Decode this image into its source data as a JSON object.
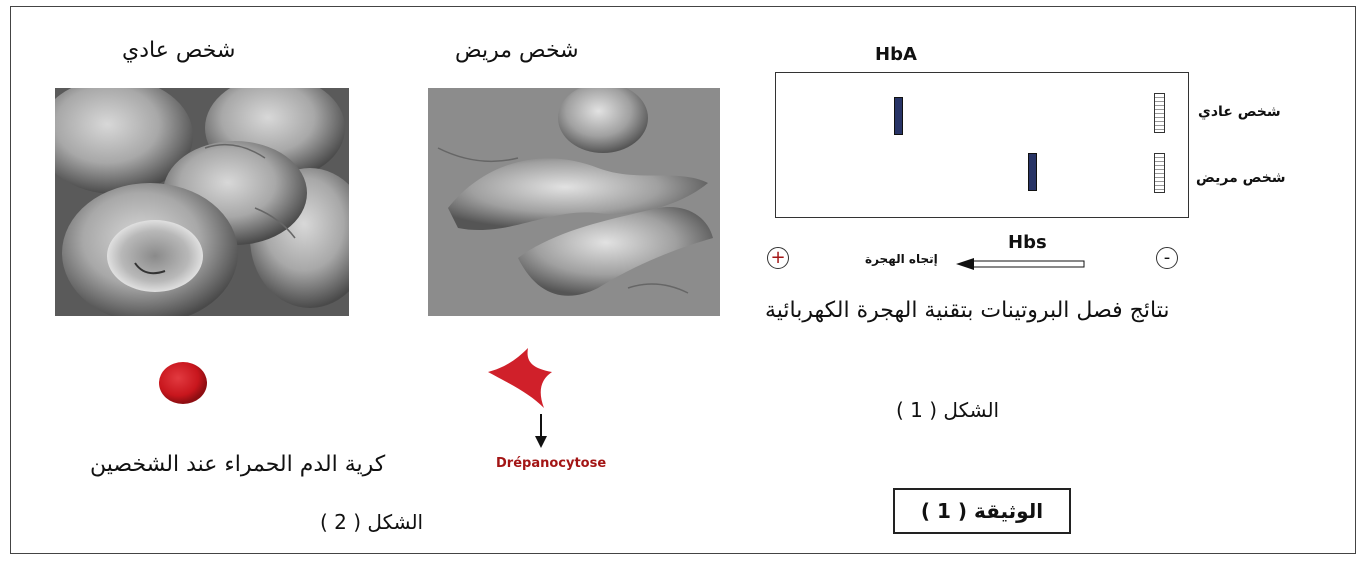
{
  "figure2": {
    "label_normal_person": "شخص عادي",
    "label_sick_person": "شخص مريض",
    "drepanocytose_label": "Drépanocytose",
    "caption": "كرية الدم الحمراء عند الشخصين",
    "figure_label": "الشكل ( 2 )"
  },
  "figure1": {
    "band_hba_label": "HbA",
    "band_hbs_label": "Hbs",
    "row_normal_label": "شخص عادي",
    "row_sick_label": "شخص مريض",
    "plus_sign": "+",
    "minus_sign": "-",
    "direction_label": "إتجاه الهجرة",
    "caption": "نتائج فصل البروتينات بتقنية الهجرة الكهربائية",
    "figure_label": "الشكل ( 1 )"
  },
  "document_label": "الوثيقة ( 1 )",
  "colors": {
    "band": "#283466",
    "red_cell": "#c8161d",
    "sickle_cell": "#d0202a",
    "drepanocytose_text": "#a31515"
  }
}
